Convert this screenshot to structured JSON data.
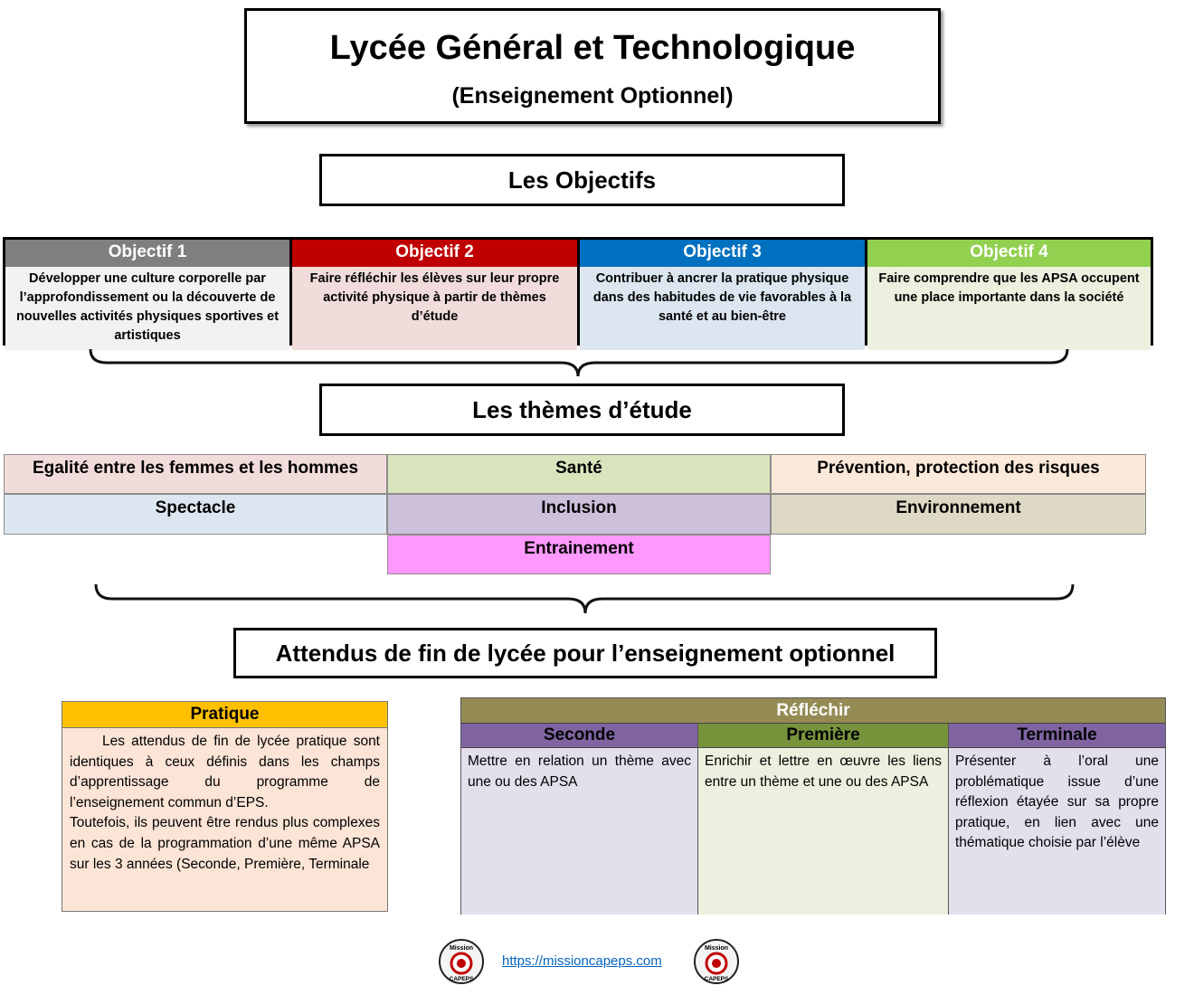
{
  "header": {
    "title": "Lycée Général et Technologique",
    "subtitle": "(Enseignement Optionnel)"
  },
  "sections": {
    "objectifs": "Les Objectifs",
    "themes": "Les thèmes d’étude",
    "attendus": "Attendus de fin de lycée pour l’enseignement optionnel"
  },
  "objectives": [
    {
      "label": "Objectif 1",
      "text": "Développer une culture corporelle par l’approfondissement ou la découverte de nouvelles activités physiques sportives et artistiques",
      "head_color": "#7f7f7f",
      "body_color": "#f2f2f2"
    },
    {
      "label": "Objectif 2",
      "text": "Faire réfléchir les élèves sur leur propre activité physique à partir de thèmes d’étude",
      "head_color": "#c00000",
      "body_color": "#f2dcdb"
    },
    {
      "label": "Objectif 3",
      "text": "Contribuer à ancrer la pratique physique dans des habitudes de vie favorables à la santé et au bien-être",
      "head_color": "#0070c0",
      "body_color": "#dce6f1"
    },
    {
      "label": "Objectif 4",
      "text": "Faire comprendre que les APSA occupent une place importante dans la société",
      "head_color": "#92d050",
      "body_color": "#ebf1de"
    }
  ],
  "themes": [
    {
      "label": "Egalité entre les femmes et les hommes",
      "color": "#f2dcdb"
    },
    {
      "label": "Santé",
      "color": "#d8e4bc"
    },
    {
      "label": "Prévention, protection des risques",
      "color": "#fde9d9"
    },
    {
      "label": "Spectacle",
      "color": "#dce6f1"
    },
    {
      "label": "Inclusion",
      "color": "#ccc0da"
    },
    {
      "label": "Environnement",
      "color": "#ddd9c4"
    },
    {
      "label": "Entrainement",
      "color": "#ff99ff"
    }
  ],
  "pratique": {
    "title": "Pratique",
    "lines": [
      "Les attendus de fin de lycée pratique sont identiques à ceux définis dans les champs d’apprentissage du programme de l’enseignement commun d’EPS.",
      "Toutefois, ils peuvent être rendus plus complexes en cas de la programmation d’une même APSA sur les 3 années (Seconde, Première, Terminale"
    ]
  },
  "reflechir": {
    "title": "Réfléchir",
    "columns": [
      {
        "title": "Seconde",
        "text": "Mettre en relation un thème avec une ou des APSA",
        "head_color": "#8064a2",
        "body_color": "#e4dfec"
      },
      {
        "title": "Première",
        "text": "Enrichir et lettre en œuvre les liens entre un thème et une ou des APSA",
        "head_color": "#77933c",
        "body_color": "#ebf1de"
      },
      {
        "title": "Terminale",
        "text": "Présenter à l’oral une problématique issue d’une réflexion étayée sur sa propre pratique, en lien avec une thématique choisie par l’élève",
        "head_color": "#8064a2",
        "body_color": "#e4dfec"
      }
    ]
  },
  "footer": {
    "link": "https://missioncapeps.com",
    "logo_text_top": "Mission",
    "logo_text_bottom": "CAPEPS"
  }
}
